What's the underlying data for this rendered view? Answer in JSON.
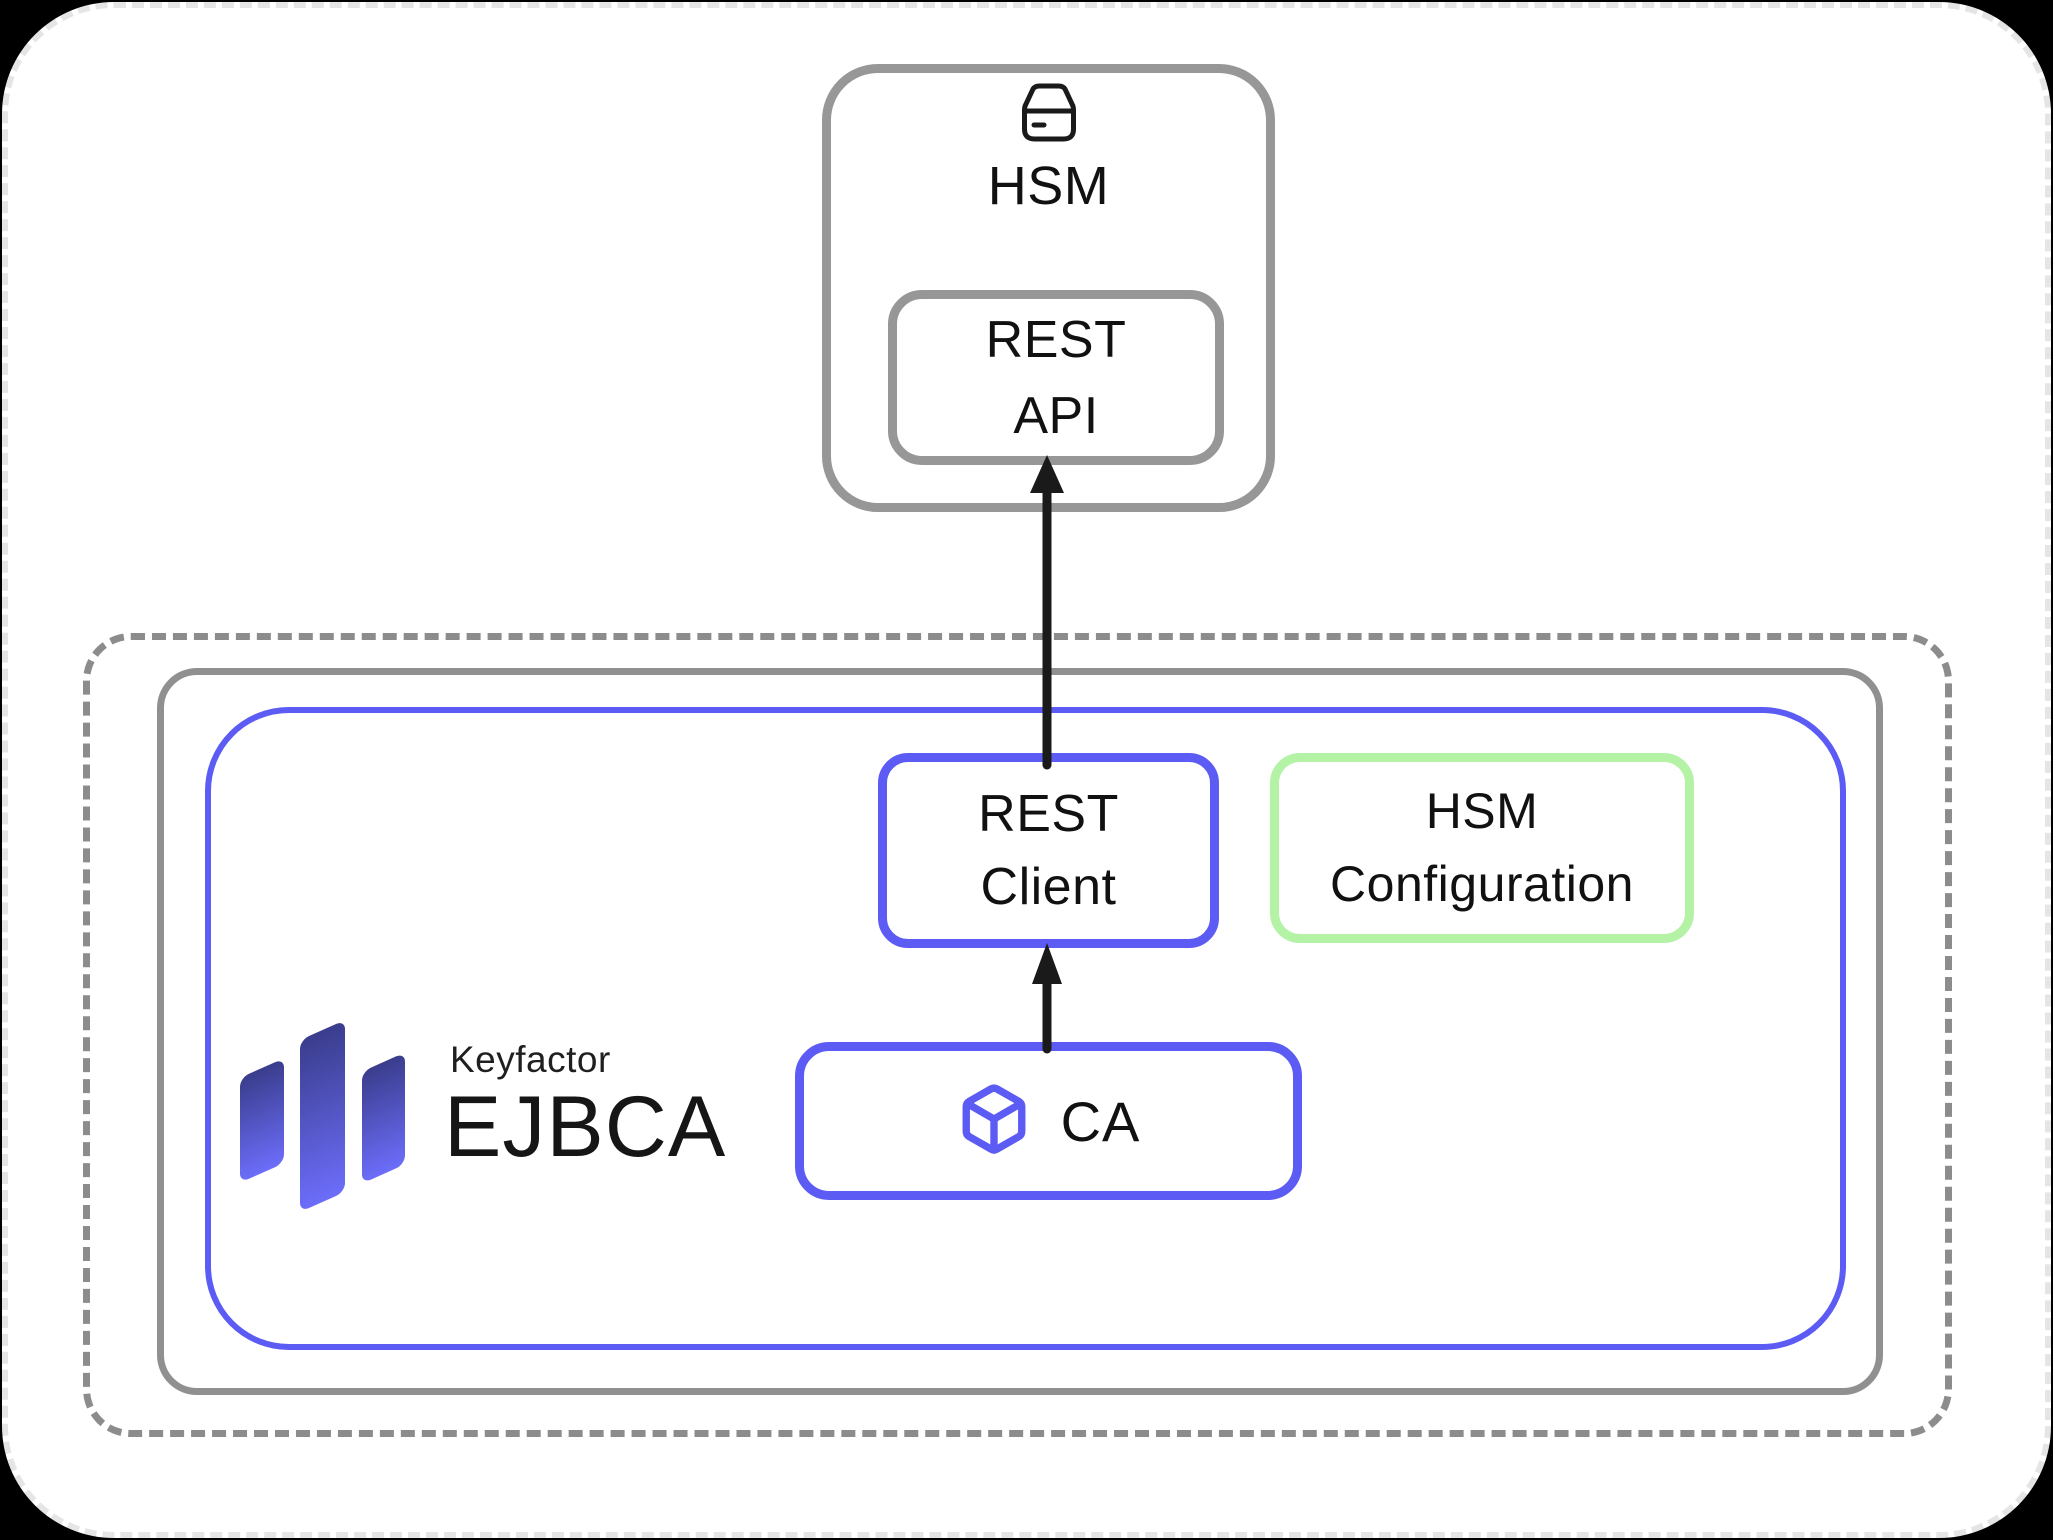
{
  "diagram": {
    "hsm_node": {
      "title": "HSM",
      "rest_api": {
        "line1": "REST",
        "line2": "API"
      }
    },
    "platform": {
      "logo": {
        "brand": "Keyfactor",
        "product": "EJBCA"
      },
      "rest_client": {
        "line1": "REST",
        "line2": "Client"
      },
      "hsm_configuration": {
        "line1": "HSM",
        "line2": "Configuration"
      },
      "ca": {
        "label": "CA"
      }
    },
    "icons": {
      "hsm_device": "hsm-device-icon",
      "ca_cube": "cube-icon"
    },
    "colors": {
      "accent_blue": "#5c5cf5",
      "accent_green": "#b4f2a6",
      "node_border_gray": "#979797",
      "container_gray": "#909090",
      "dashed_boundary_gray": "#8c8c8c",
      "card_edge_gray": "#e5e5e5",
      "text_black": "#111111",
      "arrow_black": "#1a1a1a",
      "logo_gradient_top": "#3a3d8c",
      "logo_gradient_bottom": "#6c6dfa"
    }
  }
}
